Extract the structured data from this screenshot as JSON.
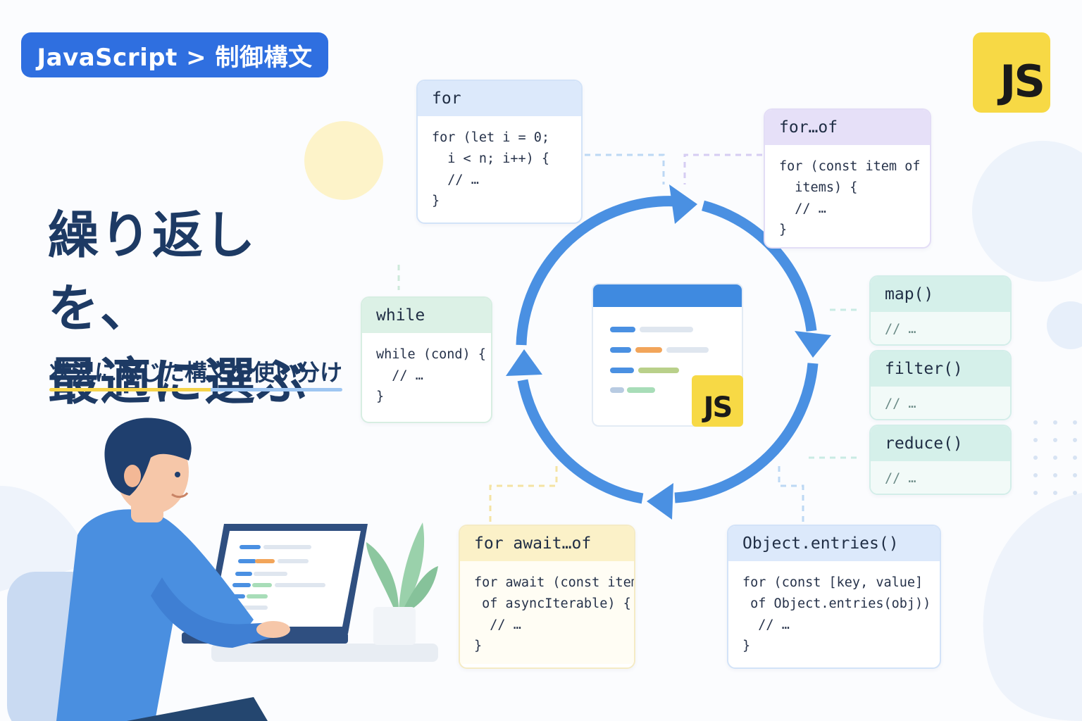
{
  "breadcrumb": "JavaScript > 制御構文",
  "logo_text": "JS",
  "headline": {
    "line1": "繰り返しを、",
    "line2": "最適に選ぶ"
  },
  "subtitle": "状況に応じた構文の使い分け",
  "center": {
    "badge": "JS"
  },
  "cards": {
    "for": {
      "title": "for",
      "code": "for (let i = 0;\n  i < n; i++) {\n  // …\n}"
    },
    "for_of": {
      "title": "for…of",
      "code": "for (const item of\n  items) {\n  // …\n}"
    },
    "while": {
      "title": "while",
      "code": "while (cond) {\n  // …\n}"
    },
    "map": {
      "title": "map()",
      "code": "// …"
    },
    "filter": {
      "title": "filter()",
      "code": "// …"
    },
    "reduce": {
      "title": "reduce()",
      "code": "// …"
    },
    "for_await_of": {
      "title": "for await…of",
      "code": "for await (const item\n of asyncIterable) {\n  // …\n}"
    },
    "object_entries": {
      "title": "Object.entries()",
      "code": "for (const [key, value]\n of Object.entries(obj)) {\n  // …\n}"
    }
  },
  "colors": {
    "accent": "#2f6fe0",
    "cycle": "#4a90e2",
    "js_yellow": "#f7d945",
    "headline": "#1d3a64"
  },
  "icons": [
    "cycle-arrows-icon",
    "js-logo-icon",
    "code-window-icon",
    "plant-icon",
    "laptop-icon"
  ]
}
